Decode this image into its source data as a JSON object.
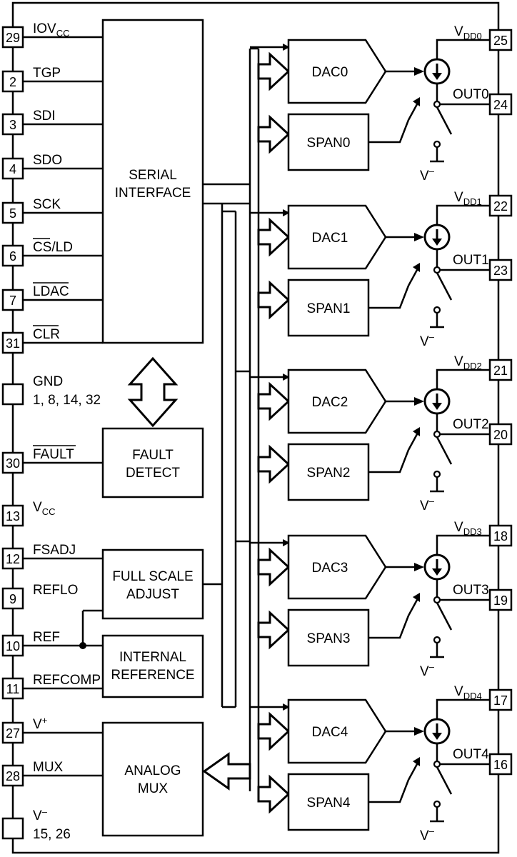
{
  "left_pins": [
    {
      "num": "29",
      "label": "IOV",
      "sub": "CC"
    },
    {
      "num": "2",
      "label": "TGP",
      "sub": ""
    },
    {
      "num": "3",
      "label": "SDI",
      "sub": ""
    },
    {
      "num": "4",
      "label": "SDO",
      "sub": ""
    },
    {
      "num": "5",
      "label": "SCK",
      "sub": ""
    },
    {
      "num": "6",
      "label": "CS/LD",
      "sub": ""
    },
    {
      "num": "7",
      "label": "LDAC",
      "sub": ""
    },
    {
      "num": "31",
      "label": "CLR",
      "sub": ""
    },
    {
      "num": "",
      "label": "GND",
      "sub": "",
      "label2": "1, 8, 14, 32"
    },
    {
      "num": "30",
      "label": "FAULT",
      "sub": ""
    },
    {
      "num": "13",
      "label": "V",
      "sub": "CC"
    },
    {
      "num": "12",
      "label": "FSADJ",
      "sub": ""
    },
    {
      "num": "9",
      "label": "REFLO",
      "sub": ""
    },
    {
      "num": "10",
      "label": "REF",
      "sub": ""
    },
    {
      "num": "11",
      "label": "REFCOMP",
      "sub": ""
    },
    {
      "num": "27",
      "label": "V",
      "sup": "+"
    },
    {
      "num": "28",
      "label": "MUX",
      "sub": ""
    },
    {
      "num": "",
      "label": "V",
      "sup": "–",
      "label2": "15, 26"
    }
  ],
  "blocks": {
    "serial": [
      "SERIAL",
      "INTERFACE"
    ],
    "fault": [
      "FAULT",
      "DETECT"
    ],
    "fsadj": [
      "FULL SCALE",
      "ADJUST"
    ],
    "iref": [
      "INTERNAL",
      "REFERENCE"
    ],
    "mux": [
      "ANALOG",
      "MUX"
    ]
  },
  "channels": [
    {
      "dac": "DAC0",
      "span": "SPAN0",
      "vdd": "DD0",
      "vdd_pin": "25",
      "out": "OUT0",
      "out_pin": "24"
    },
    {
      "dac": "DAC1",
      "span": "SPAN1",
      "vdd": "DD1",
      "vdd_pin": "22",
      "out": "OUT1",
      "out_pin": "23"
    },
    {
      "dac": "DAC2",
      "span": "SPAN2",
      "vdd": "DD2",
      "vdd_pin": "21",
      "out": "OUT2",
      "out_pin": "20"
    },
    {
      "dac": "DAC3",
      "span": "SPAN3",
      "vdd": "DD3",
      "vdd_pin": "18",
      "out": "OUT3",
      "out_pin": "19"
    },
    {
      "dac": "DAC4",
      "span": "SPAN4",
      "vdd": "DD4",
      "vdd_pin": "17",
      "out": "OUT4",
      "out_pin": "16"
    }
  ],
  "vminus_label": "V",
  "vminus_sup": "–",
  "vdd_prefix": "V"
}
